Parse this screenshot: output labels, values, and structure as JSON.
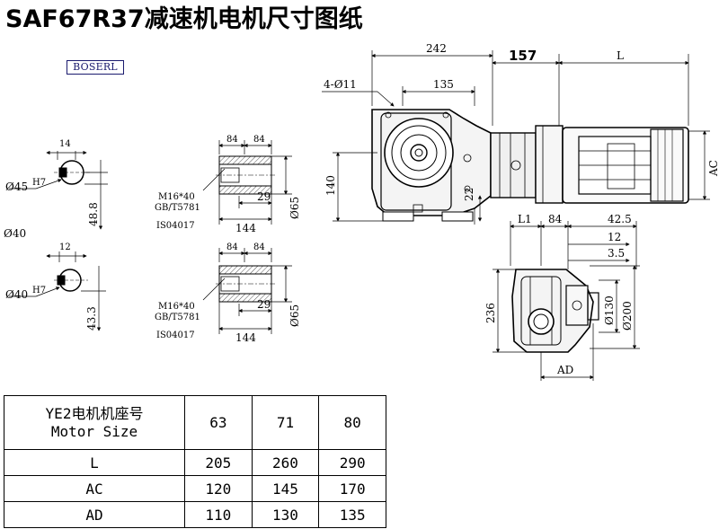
{
  "title": "SAF67R37减速机电机尺寸图纸",
  "logo": "BOSERL",
  "shaft1": {
    "width": "14",
    "dia": "Ø45",
    "tol": "H7",
    "depth": "48.8"
  },
  "shaft2_label": "Ø40",
  "shaft3": {
    "width": "12",
    "dia": "Ø40",
    "tol": "H7",
    "depth": "43.3"
  },
  "hub1": {
    "d1": "84",
    "d2": "84",
    "thread": "M16*40",
    "std1": "GB/T5781",
    "std2": "IS04017",
    "len1": "29",
    "len2": "144",
    "dia": "Ø65"
  },
  "hub2": {
    "d1": "84",
    "d2": "84",
    "thread": "M16*40",
    "std1": "GB/T5781",
    "std2": "IS04017",
    "len1": "29",
    "len2": "144",
    "dia": "Ø65"
  },
  "main": {
    "width_total": "242",
    "holes": "4-Ø11",
    "dist": "135",
    "gap": "157",
    "motor_len": "L",
    "height": "140",
    "offset": "22",
    "ac": "AC"
  },
  "end_view": {
    "l1": "L1",
    "d84": "84",
    "d42": "42.5",
    "d12": "12",
    "d35": "3.5",
    "height": "236",
    "d130": "Ø130",
    "d200": "Ø200",
    "ad": "AD"
  },
  "table": {
    "header_label_cn": "YE2电机机座号",
    "header_label_en": "Motor Size",
    "sizes": [
      "63",
      "71",
      "80"
    ],
    "rows": [
      {
        "label": "L",
        "values": [
          "205",
          "260",
          "290"
        ]
      },
      {
        "label": "AC",
        "values": [
          "120",
          "145",
          "170"
        ]
      },
      {
        "label": "AD",
        "values": [
          "110",
          "130",
          "135"
        ]
      }
    ]
  }
}
